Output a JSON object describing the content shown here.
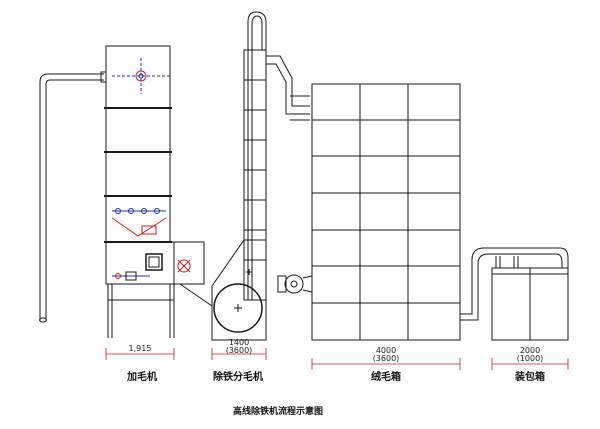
{
  "diagram": {
    "caption": "高线除铁机流程示意图",
    "machines": [
      {
        "id": "feeder",
        "label": "加毛机",
        "dimension": "1,915",
        "sub_dimension": ""
      },
      {
        "id": "separator",
        "label": "除铁分毛机",
        "dimension": "1400",
        "sub_dimension": "(3600)"
      },
      {
        "id": "hopper",
        "label": "绒毛箱",
        "dimension": "4000",
        "sub_dimension": "(3600)"
      },
      {
        "id": "bagger",
        "label": "装包箱",
        "dimension": "2000",
        "sub_dimension": "(1000)"
      }
    ],
    "colors": {
      "line": "#1a1a1a",
      "dimension": "#cc2222",
      "accent_blue": "#2233aa",
      "accent_red": "#cc2222"
    }
  }
}
